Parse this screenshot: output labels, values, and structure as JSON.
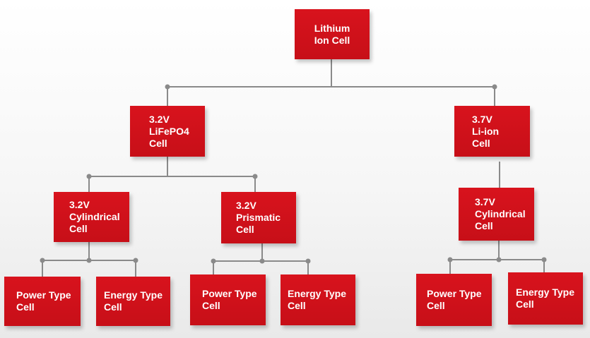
{
  "colors": {
    "node_fill": "#c9111a",
    "connector": "#8a8a8a",
    "text": "#ffffff"
  },
  "nodes": {
    "root": "Lithium\nIon  Cell",
    "lifepo4": "3.2V\nLiFePO4\nCell",
    "liion": "3.7V\nLi-ion\nCell",
    "cyl32": "3.2V\nCylindrical\nCell",
    "pris32": "3.2V\nPrismatic\nCell",
    "cyl37": "3.7V\nCylindrical\nCell",
    "power1": "Power Type\nCell",
    "energy1": "Energy Type\nCell",
    "power2": "Power Type\nCell",
    "energy2": "Energy Type\nCell",
    "power3": "Power Type\nCell",
    "energy3": "Energy Type\nCell"
  }
}
